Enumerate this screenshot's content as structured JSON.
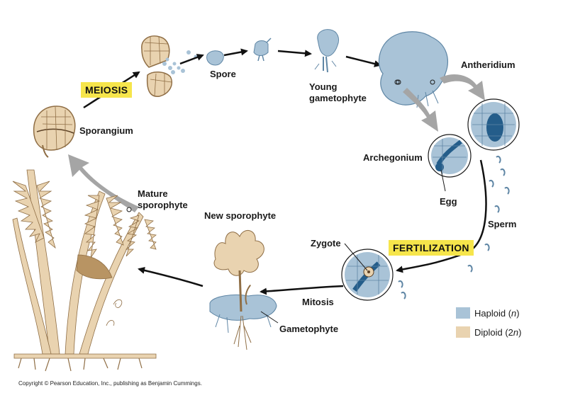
{
  "labels": {
    "meiosis": "MEIOSIS",
    "spore": "Spore",
    "young_gametophyte": [
      "Young",
      "gametophyte"
    ],
    "antheridium": "Antheridium",
    "sporangium": "Sporangium",
    "archegonium": "Archegonium",
    "egg": "Egg",
    "sperm": "Sperm",
    "mature_sporophyte": [
      "Mature",
      "sporophyte"
    ],
    "new_sporophyte": "New sporophyte",
    "zygote": "Zygote",
    "fertilization": "FERTILIZATION",
    "mitosis": "Mitosis",
    "gametophyte": "Gametophyte"
  },
  "legend": [
    {
      "label_prefix": "Haploid (",
      "label_var": "n",
      "label_suffix": ")",
      "color": "#a9c3d7"
    },
    {
      "label_prefix": "Diploid (2",
      "label_var": "n",
      "label_suffix": ")",
      "color": "#e9d3b0"
    }
  ],
  "copyright": "Copyright © Pearson Education, Inc., publishing as Benjamin Cummings.",
  "colors": {
    "haploid": "#a9c3d7",
    "haploid_dark": "#5f86a5",
    "diploid": "#e9d3b0",
    "diploid_dark": "#8f6e45",
    "highlight": "#f6e54b",
    "arrow_gray": "#9a9a9a"
  }
}
